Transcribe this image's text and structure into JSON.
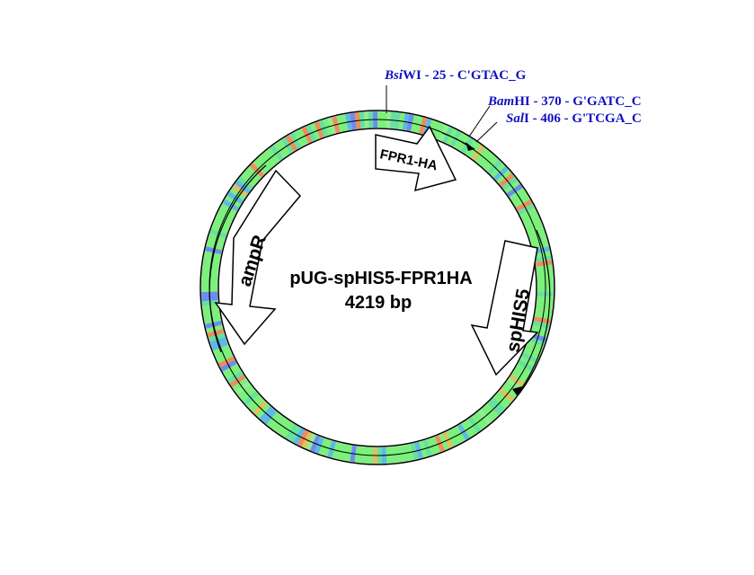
{
  "plasmid": {
    "name": "pUG-spHIS5-FPR1HA",
    "size": "4219 bp"
  },
  "restriction_sites": [
    {
      "enzyme_italic": "Bsi",
      "enzyme_rest": "WI",
      "text": " - 25 - C'GTAC_G"
    },
    {
      "enzyme_italic": "Bam",
      "enzyme_rest": "HI",
      "text": " - 370 - G'GATC_C"
    },
    {
      "enzyme_italic": "Sal",
      "enzyme_rest": "I",
      "text": " - 406 - G'TCGA_C"
    }
  ],
  "features": [
    {
      "label": "FPR1-HA"
    },
    {
      "label": "spHIS5"
    },
    {
      "label": "ampR"
    }
  ],
  "colors": {
    "site_label": "#1010c0",
    "base_palette": [
      "#7cf07c",
      "#66e0a0",
      "#5fb8e8",
      "#6c8cf0",
      "#f08c5a",
      "#e0c060",
      "#90f090"
    ],
    "outline": "#000000",
    "arrow_fill": "#ffffff"
  }
}
